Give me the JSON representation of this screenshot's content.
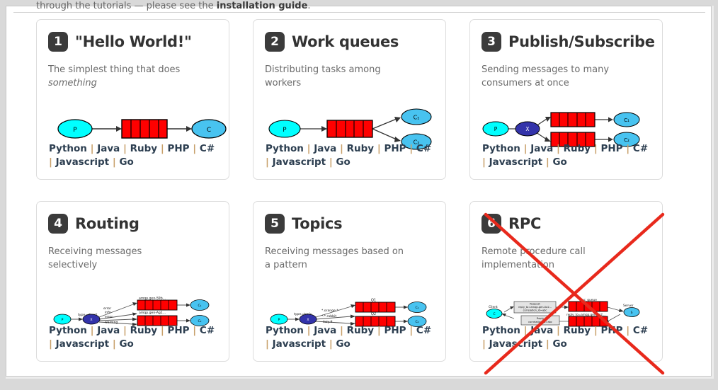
{
  "top_note": {
    "text_before": "through the tutorials — please see the ",
    "link": "installation guide",
    "text_after": "."
  },
  "colors": {
    "badge_bg": "#3b3b3b",
    "title": "#333333",
    "desc": "#6a6a6a",
    "link": "#2c3e50",
    "separator": "#c8a06a",
    "queue_red": "#ff0000",
    "producer_cyan": "#00ffff",
    "consumer_blue": "#48c3f0",
    "exchange_blue": "#3333aa",
    "strike_red": "#e8291c",
    "card_border": "#dcdcdc",
    "page_bg": "#d9d9d9"
  },
  "languages": [
    "Python",
    "Java",
    "Ruby",
    "PHP",
    "C#",
    "Javascript",
    "Go"
  ],
  "cards": [
    {
      "number": "1",
      "title": "\"Hello World!\"",
      "desc_line1": "The simplest thing that does",
      "desc_em": "something",
      "diagram": {
        "name": "hello-world-diagram",
        "producer": "P",
        "consumers": [
          "C"
        ],
        "queues": [
          ""
        ],
        "queue_cells": 5
      },
      "struck_out": false
    },
    {
      "number": "2",
      "title": "Work queues",
      "desc_line1": "Distributing tasks among",
      "desc_line2": "workers",
      "diagram": {
        "name": "work-queues-diagram",
        "producer": "P",
        "consumers": [
          "C₁",
          "C₂"
        ],
        "queues": [
          ""
        ],
        "queue_cells": 5
      },
      "struck_out": false
    },
    {
      "number": "3",
      "title": "Publish/Subscribe",
      "desc_line1": "Sending messages to many",
      "desc_line2": "consumers at once",
      "diagram": {
        "name": "publish-subscribe-diagram",
        "producer": "P",
        "exchange": "X",
        "consumers": [
          "C₁",
          "C₂"
        ],
        "queues": [
          "",
          ""
        ],
        "queue_cells": 5
      },
      "struck_out": false
    },
    {
      "number": "4",
      "title": "Routing",
      "desc_line1": "Receiving messages",
      "desc_line2": "selectively",
      "diagram": {
        "name": "routing-diagram",
        "producer": "P",
        "exchange": "X",
        "exchange_label": "type=direct",
        "bindings": [
          "error",
          "info",
          "error",
          "warning"
        ],
        "queues": [
          "amqp.gen-S9b...",
          "amqp.gen-Ag1..."
        ],
        "consumers": [
          "C₁",
          "C₂"
        ],
        "queue_cells": 5
      },
      "struck_out": false
    },
    {
      "number": "5",
      "title": "Topics",
      "desc_line1": "Receiving messages based on",
      "desc_line2": "a pattern",
      "diagram": {
        "name": "topics-diagram",
        "producer": "P",
        "exchange": "X",
        "exchange_label": "type=topic",
        "bindings": [
          "*.orange.*",
          "*.*.rabbit",
          "lazy.#"
        ],
        "queues": [
          "Q1",
          "Q2"
        ],
        "consumers": [
          "C₁",
          "C₂"
        ],
        "queue_cells": 5
      },
      "struck_out": false
    },
    {
      "number": "6",
      "title": "RPC",
      "desc_line1": "Remote procedure call",
      "desc_line2": "implementation",
      "diagram": {
        "name": "rpc-diagram",
        "client_label": "Client",
        "client": "C",
        "server_label": "Server",
        "server": "S",
        "request_box": "Request\nreply_to=amqp.gen-Xa2...\ncorrelation_id=abc",
        "reply_box": "Reply\ncorrelation_id=abc",
        "queues": [
          "rpc_queue",
          "reply_to=amqp.gen-Xa2..."
        ],
        "queue_cells": 5
      },
      "struck_out": true
    }
  ]
}
